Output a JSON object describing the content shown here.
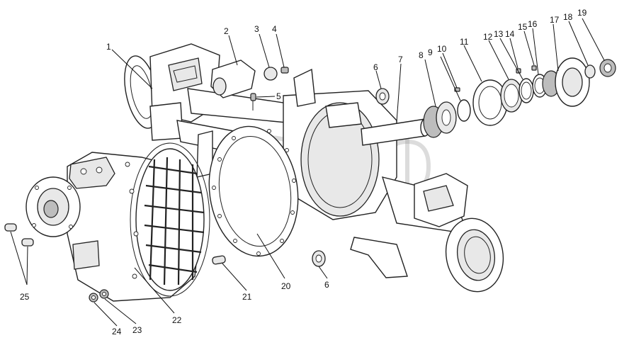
{
  "callouts": [
    {
      "id": "c1",
      "label": "1"
    },
    {
      "id": "c2",
      "label": "2"
    },
    {
      "id": "c3",
      "label": "3"
    },
    {
      "id": "c4",
      "label": "4"
    },
    {
      "id": "c5",
      "label": "5"
    },
    {
      "id": "c6a",
      "label": "6"
    },
    {
      "id": "c6b",
      "label": "6"
    },
    {
      "id": "c7",
      "label": "7"
    },
    {
      "id": "c8",
      "label": "8"
    },
    {
      "id": "c9",
      "label": "9"
    },
    {
      "id": "c10",
      "label": "10"
    },
    {
      "id": "c11",
      "label": "11"
    },
    {
      "id": "c12",
      "label": "12"
    },
    {
      "id": "c13",
      "label": "13"
    },
    {
      "id": "c14",
      "label": "14"
    },
    {
      "id": "c15",
      "label": "15"
    },
    {
      "id": "c16",
      "label": "16"
    },
    {
      "id": "c17",
      "label": "17"
    },
    {
      "id": "c18",
      "label": "18"
    },
    {
      "id": "c19",
      "label": "19"
    },
    {
      "id": "c20",
      "label": "20"
    },
    {
      "id": "c21",
      "label": "21"
    },
    {
      "id": "c22",
      "label": "22"
    },
    {
      "id": "c23",
      "label": "23"
    },
    {
      "id": "c24",
      "label": "24"
    },
    {
      "id": "c25",
      "label": "25"
    }
  ]
}
